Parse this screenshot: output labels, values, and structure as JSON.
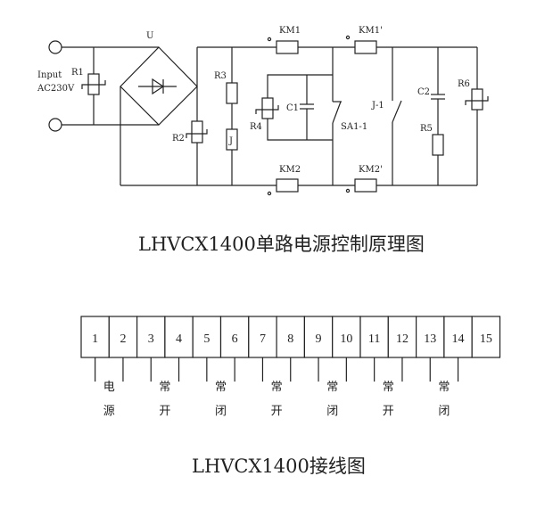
{
  "schematic": {
    "input_label_1": "Input",
    "input_label_2": "AC230V",
    "labels": {
      "U": "U",
      "R1": "R1",
      "R2": "R2",
      "R3": "R3",
      "R4": "R4",
      "R5": "R5",
      "R6": "R6",
      "J": "J",
      "C1": "C1",
      "C2": "C2",
      "KM1": "KM1",
      "KM2": "KM2",
      "KM1p": "KM1'",
      "KM2p": "KM2'",
      "SA1": "SA1-1",
      "J1": "J-1"
    },
    "title": "LHVCX1400单路电源控制原理图"
  },
  "wiring": {
    "terminals": [
      "1",
      "2",
      "3",
      "4",
      "5",
      "6",
      "7",
      "8",
      "9",
      "10",
      "11",
      "12",
      "13",
      "14",
      "15"
    ],
    "groups": [
      {
        "line1": "电",
        "line2": "源"
      },
      {
        "line1": "常",
        "line2": "开"
      },
      {
        "line1": "常",
        "line2": "闭"
      },
      {
        "line1": "常",
        "line2": "开"
      },
      {
        "line1": "常",
        "line2": "闭"
      },
      {
        "line1": "常",
        "line2": "开"
      },
      {
        "line1": "常",
        "line2": "闭"
      }
    ],
    "title": "LHVCX1400接线图"
  }
}
